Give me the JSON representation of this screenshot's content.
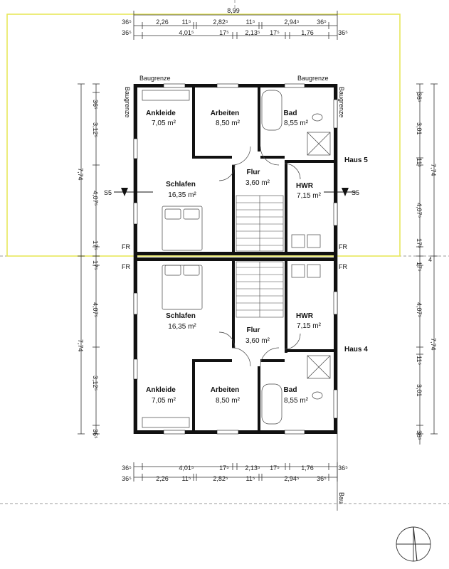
{
  "top_dims": {
    "overall": "8,99",
    "row1": [
      "36⁵",
      "2,26",
      "11⁵",
      "2,82⁵",
      "11⁵",
      "2,94⁵",
      "36⁵"
    ],
    "row2": [
      "36⁵",
      "4,01⁵",
      "17⁵",
      "2,13⁵",
      "17⁵",
      "1,76",
      "36⁵"
    ]
  },
  "bottom_dims": {
    "row1": [
      "36⁵",
      "4,01⁵",
      "17⁵",
      "2,13⁵",
      "17⁵",
      "1,76",
      "36⁵"
    ],
    "row2": [
      "36⁵",
      "2,26",
      "11⁵",
      "2,82⁵",
      "11⁵",
      "2,94⁵",
      "36⁵"
    ]
  },
  "left_dims": {
    "upper": [
      "36⁵",
      "3,12⁵",
      "7,74",
      "4,07⁵",
      "17⁵"
    ],
    "lower": [
      "17⁵",
      "4,07⁵",
      "7,74",
      "3,12⁵",
      "36⁵"
    ]
  },
  "right_dims": {
    "upper": [
      "36⁵",
      "3,01",
      "11⁵",
      "7,74",
      "4,07⁵",
      "17⁵"
    ],
    "lower": [
      "17⁵",
      "4,07⁵",
      "7,74",
      "11⁵",
      "3,01",
      "36⁵"
    ],
    "joint": "4"
  },
  "labels": {
    "baugrenze": "Baugrenze",
    "baugrenze_bottom": "Bau",
    "section": "S5",
    "fr": "FR",
    "haus5": "Haus 5",
    "haus4": "Haus 4"
  },
  "rooms_upper": [
    {
      "name": "Ankleide",
      "area": "7,05 m²"
    },
    {
      "name": "Arbeiten",
      "area": "8,50 m²"
    },
    {
      "name": "Bad",
      "area": "8,55 m²"
    },
    {
      "name": "Flur",
      "area": "3,60 m²"
    },
    {
      "name": "Schlafen",
      "area": "16,35 m²"
    },
    {
      "name": "HWR",
      "area": "7,15 m²"
    }
  ],
  "rooms_lower": [
    {
      "name": "Schlafen",
      "area": "16,35 m²"
    },
    {
      "name": "HWR",
      "area": "7,15 m²"
    },
    {
      "name": "Flur",
      "area": "3,60 m²"
    },
    {
      "name": "Ankleide",
      "area": "7,05 m²"
    },
    {
      "name": "Arbeiten",
      "area": "8,50 m²"
    },
    {
      "name": "Bad",
      "area": "8,55 m²"
    }
  ],
  "colors": {
    "highlight": "#e8e85a",
    "wall": "#111111",
    "dash": "#555555"
  }
}
